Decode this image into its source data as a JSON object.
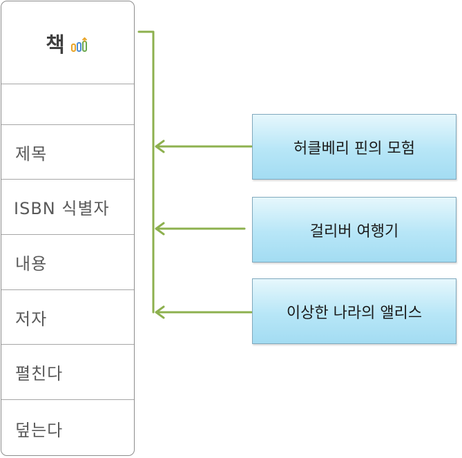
{
  "entity": {
    "title": "책",
    "icon": "chart-icon",
    "rows": [
      {
        "label": ""
      },
      {
        "label": "제목"
      },
      {
        "label": "ISBN 식별자"
      },
      {
        "label": "내용"
      },
      {
        "label": "저자"
      },
      {
        "label": "펼친다"
      },
      {
        "label": "덮는다"
      }
    ]
  },
  "values": [
    {
      "label": "허클베리 핀의 모험"
    },
    {
      "label": "걸리버 여행기"
    },
    {
      "label": "이상한 나라의 앨리스"
    }
  ],
  "colors": {
    "connector": "#8db04e",
    "box_fill": "#b7e6f7",
    "box_border": "#7fa8bd",
    "card_border": "#8c8c8c"
  }
}
